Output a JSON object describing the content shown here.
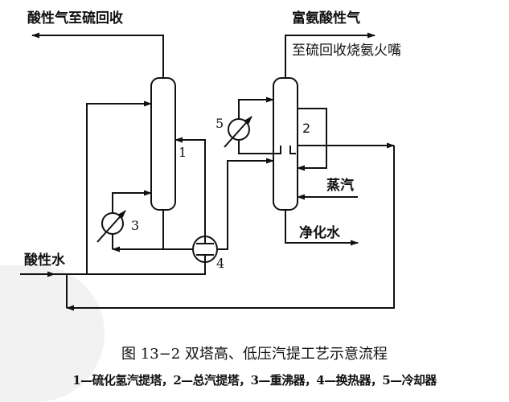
{
  "streams": {
    "acid_gas_to_sulfur": "酸性气至硫回收",
    "ammonia_rich_gas": "富氨酸性气",
    "to_ammonia_burner": "至硫回收烧氨火嘴",
    "steam": "蒸汽",
    "purified_water": "净化水",
    "sour_water": "酸性水"
  },
  "equipment_numbers": {
    "h2s_stripper": "1",
    "main_stripper": "2",
    "reboiler": "3",
    "heat_exchanger": "4",
    "cooler": "5"
  },
  "caption": {
    "title": "图 13−2   双塔高、低压汽提工艺示意流程",
    "legend": "1—硫化氢汽提塔，2—总汽提塔，3—重沸器，4—换热器，5—冷却器"
  },
  "colors": {
    "line": "#111111",
    "background": "#ffffff"
  }
}
